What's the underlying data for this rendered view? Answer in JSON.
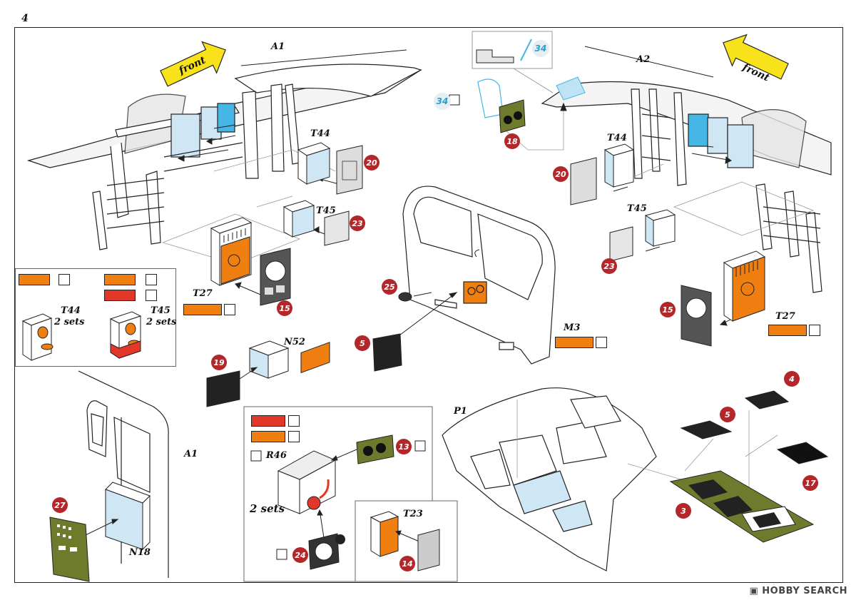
{
  "page": {
    "number": "4"
  },
  "colors": {
    "orange": "#f07f12",
    "red": "#e2382a",
    "clear_blue": "#bfe2f4",
    "blue": "#45b6e6",
    "olive": "#6e7a2c",
    "badge_red": "#b3262a"
  },
  "arrows": {
    "left": "front",
    "right": "front"
  },
  "labels": {
    "a1_top": "A1",
    "a2_top": "A2",
    "a1_bottom": "A1",
    "t44_left": "T44",
    "t45_left": "T45",
    "t27_left": "T27",
    "t44_right": "T44",
    "t45_right": "T45",
    "t27_right": "T27",
    "m3": "M3",
    "n52": "N52",
    "n18": "N18",
    "p1": "P1",
    "r46": "R46",
    "t23": "T23"
  },
  "legend": {
    "t44_label": "T44",
    "t44_sets": "2 sets",
    "t45_label": "T45",
    "t45_sets": "2 sets"
  },
  "r46_box": {
    "sets": "2 sets"
  },
  "parts": [
    "20",
    "23",
    "15",
    "25",
    "5",
    "19",
    "27",
    "24",
    "13",
    "14",
    "18",
    "34",
    "34",
    "20",
    "23",
    "15",
    "4",
    "5",
    "17",
    "3"
  ]
}
